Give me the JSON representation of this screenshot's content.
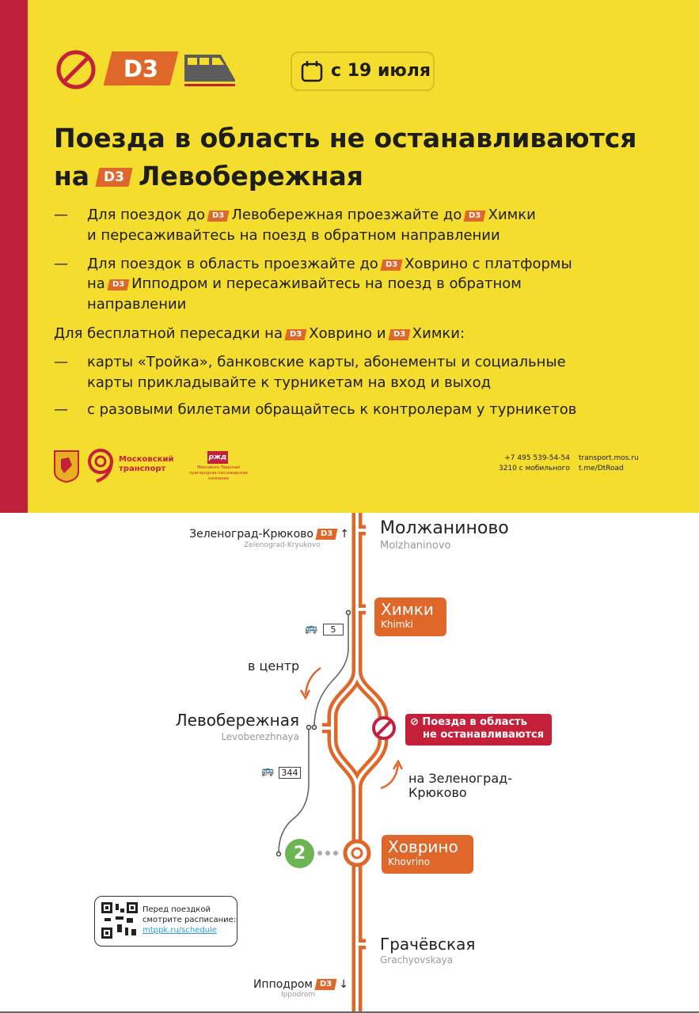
{
  "header": {
    "line_badge": "D3",
    "date_label": "с 19 июля",
    "icons": [
      "prohibition-icon",
      "d3-line-badge",
      "train-icon",
      "calendar-icon"
    ]
  },
  "title": {
    "line1": "Поезда в область не останавливаются",
    "line2_pre": "на",
    "line2_station": "Левобережная"
  },
  "bullets": [
    {
      "l1a": "Для поездок до",
      "l1b": "Левобережная проезжайте до",
      "l1c": "Химки",
      "l2": "и пересаживайтесь на поезд в обратном направлении"
    },
    {
      "l1a": "Для поездок в область проезжайте до",
      "l1b": "Ховрино с платформы",
      "l2a": "на",
      "l2b": "Ипподром и пересаживайтесь на поезд в обратном",
      "l3": "направлении"
    }
  ],
  "transfer": {
    "intro_a": "Для бесплатной пересадки на",
    "intro_b": "Ховрино и",
    "intro_c": "Химки:",
    "items": [
      {
        "l1": "карты «Тройка», банковские карты, абонементы и социальные",
        "l2": "карты прикладывайте к турникетам на вход и выход"
      },
      {
        "l1": "с разовыми билетами обращайтесь к контролерам у турникетов"
      }
    ]
  },
  "dash": "—",
  "footer": {
    "mt_name_1": "Московский",
    "mt_name_2": "транспорт",
    "rzd_logo": "ржд",
    "rzd_name": "Московско-Тверская пригородная пассажирская компания",
    "phone": "+7 495 539-54-54",
    "short_phone": "3210 с мобильного",
    "site": "transport.mos.ru",
    "telegram": "t.me/DtRoad"
  },
  "map": {
    "colors": {
      "line": "#E0672A",
      "alert": "#C4203A",
      "metro2": "#6DB452"
    },
    "up_terminal": {
      "name": "Зеленоград-Крюково",
      "latin": "Zelenograd-Kryukovo",
      "badge": "D3",
      "arrow": "↑"
    },
    "down_terminal": {
      "name": "Ипподром",
      "latin": "Ippodrom",
      "badge": "D3",
      "arrow": "↓"
    },
    "stations": [
      {
        "name": "Молжаниново",
        "latin": "Molzhaninovo"
      },
      {
        "name": "Химки",
        "latin": "Khimki"
      },
      {
        "name": "Левобережная",
        "latin": "Levoberezhnaya"
      },
      {
        "name": "Ховрино",
        "latin": "Khovrino"
      },
      {
        "name": "Грачёвская",
        "latin": "Grachyovskaya"
      }
    ],
    "bus_routes": [
      "5",
      "344"
    ],
    "to_center": "в центр",
    "to_zelenograd_1": "на Зеленоград-",
    "to_zelenograd_2": "Крюково",
    "alert_1": "Поезда в область",
    "alert_2": "не останавливаются",
    "metro_line": "2",
    "qr": {
      "l1": "Перед поездкой",
      "l2": "смотрите расписание:",
      "link": "mtppk.ru/schedule"
    }
  }
}
